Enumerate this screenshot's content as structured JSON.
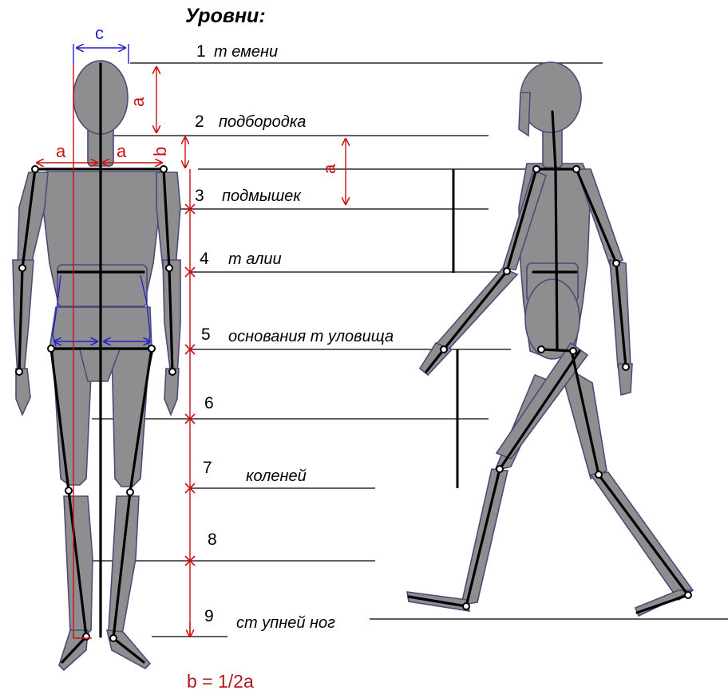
{
  "title": "Уровни:",
  "levels": [
    {
      "num": "1",
      "label": "т емени"
    },
    {
      "num": "2",
      "label": "подбородка"
    },
    {
      "num": "3",
      "label": "подмышек"
    },
    {
      "num": "4",
      "label": "т алии"
    },
    {
      "num": "5",
      "label": "основания т уловища"
    },
    {
      "num": "6",
      "label": ""
    },
    {
      "num": "7",
      "label": "коленей"
    },
    {
      "num": "8",
      "label": ""
    },
    {
      "num": "9",
      "label": "ст упней ног"
    }
  ],
  "measures": {
    "c": "c",
    "a": "a",
    "b": "b"
  },
  "formula": "b = 1/2a",
  "colors": {
    "figure_fill": "#8e8e91",
    "figure_outline": "#4c4a76",
    "measure_red": "#cc1010",
    "measure_blue": "#2222cc"
  }
}
